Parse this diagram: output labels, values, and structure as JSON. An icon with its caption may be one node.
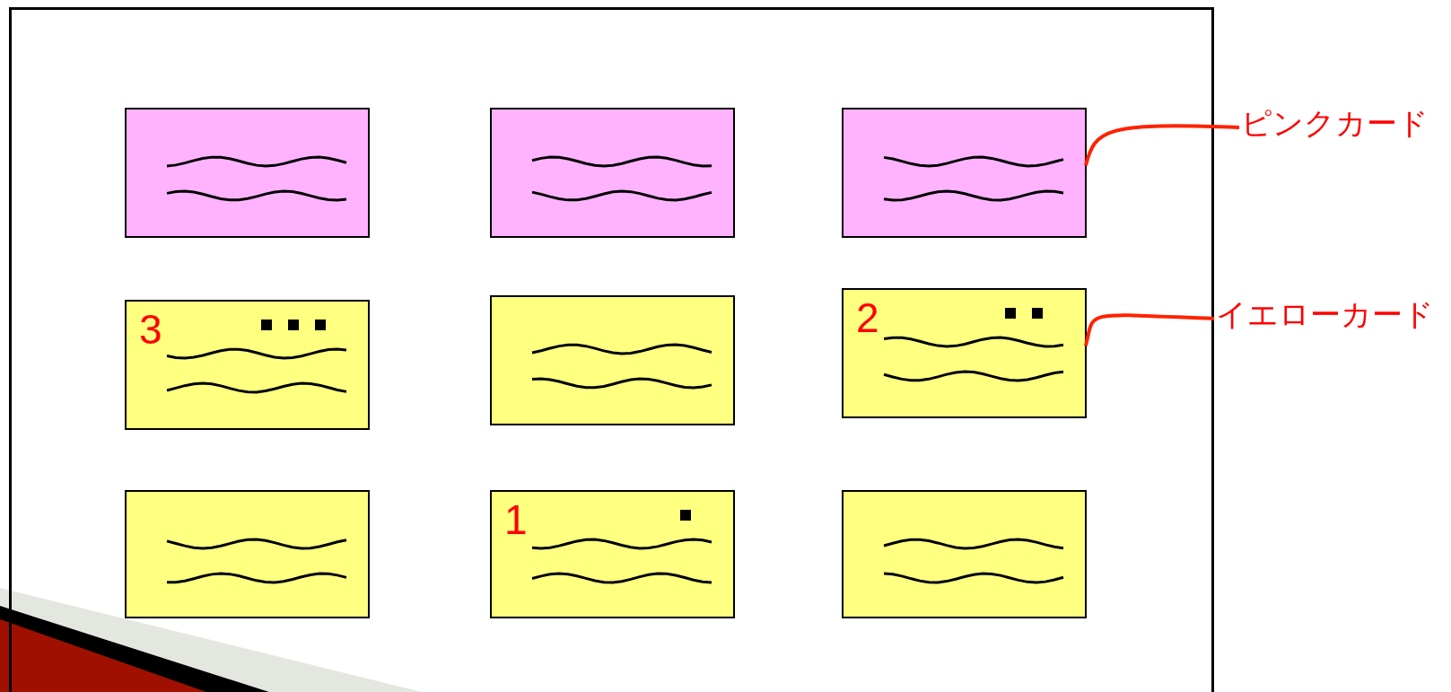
{
  "diagram": {
    "nodes": [
      {
        "text": [],
        "shape": "box"
      },
      {
        "text": [],
        "shape": "box",
        "in": 0
      },
      {
        "text": [],
        "shape": "box",
        "in": 0
      },
      {
        "text": [],
        "shape": "box",
        "in": 0
      },
      {
        "text": [
          "3"
        ],
        "in": 0
      },
      {
        "text": [],
        "shape": "box",
        "in": 0
      },
      {
        "text": [
          "2"
        ],
        "in": 0
      },
      {
        "text": [],
        "shape": "box",
        "in": 0
      },
      {
        "text": [
          "1"
        ],
        "in": 0
      },
      {
        "text": [],
        "shape": "box",
        "in": 0
      },
      {
        "text": [
          "ピンクカード"
        ]
      },
      {
        "text": [
          "イエローカード"
        ]
      }
    ],
    "edges": [
      {
        "from": 10,
        "to": 3,
        "arrow": "none"
      },
      {
        "from": 11,
        "to": 6,
        "arrow": "none"
      }
    ]
  }
}
